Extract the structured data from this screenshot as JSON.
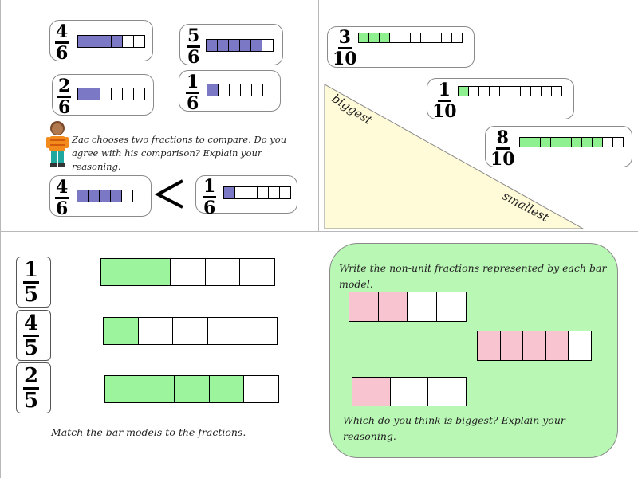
{
  "colors": {
    "purple": "#7b78c6",
    "green_small": "#8ff08f",
    "green_large": "#9cf59c",
    "pink": "#f7c4d0",
    "triangle_fill": "#fffbd8",
    "panel_fill": "#b9f7b4"
  },
  "top_left_cards": [
    {
      "num": "4",
      "den": "6",
      "filled": 4,
      "total": 6
    },
    {
      "num": "5",
      "den": "6",
      "filled": 5,
      "total": 6
    },
    {
      "num": "2",
      "den": "6",
      "filled": 2,
      "total": 6
    },
    {
      "num": "1",
      "den": "6",
      "filled": 1,
      "total": 6
    }
  ],
  "zac": {
    "text": "Zac chooses two fractions to compare. Do you agree with his comparison? Explain your reasoning.",
    "figure_icon": "boy-figure-icon"
  },
  "comparison": {
    "left": {
      "num": "4",
      "den": "6",
      "filled": 4,
      "total": 6
    },
    "symbol": "<",
    "right": {
      "num": "1",
      "den": "6",
      "filled": 1,
      "total": 6
    }
  },
  "tenths_cards": [
    {
      "num": "3",
      "den": "10",
      "filled": 3,
      "total": 10
    },
    {
      "num": "1",
      "den": "10",
      "filled": 1,
      "total": 10
    },
    {
      "num": "8",
      "den": "10",
      "filled": 8,
      "total": 10
    }
  ],
  "triangle": {
    "biggest_label": "biggest",
    "smallest_label": "smallest"
  },
  "match": {
    "fractions": [
      {
        "num": "1",
        "den": "5"
      },
      {
        "num": "4",
        "den": "5"
      },
      {
        "num": "2",
        "den": "5"
      }
    ],
    "bars": [
      {
        "filled": 2,
        "total": 5
      },
      {
        "filled": 1,
        "total": 5
      },
      {
        "filled": 4,
        "total": 5
      }
    ],
    "instruction": "Match the bar models to the fractions."
  },
  "green_panel": {
    "question": "Write the non-unit fractions represented by each bar model.",
    "bars": [
      {
        "filled": 2,
        "total": 4
      },
      {
        "filled": 4,
        "total": 5
      },
      {
        "filled": 1,
        "total": 3
      }
    ],
    "followup": "Which do you think is biggest? Explain your reasoning."
  }
}
